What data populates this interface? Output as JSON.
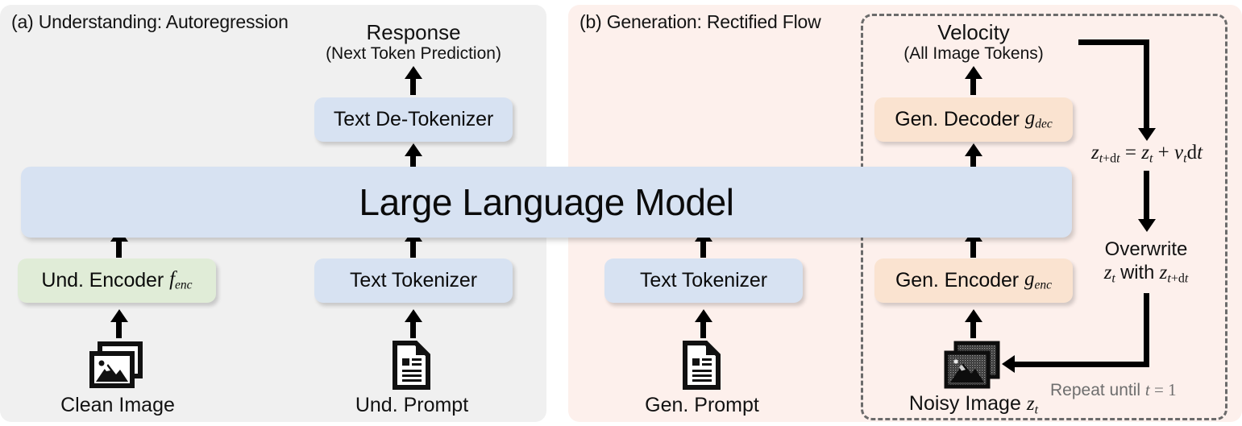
{
  "panels": {
    "a": {
      "title": "(a) Understanding: Autoregression"
    },
    "b": {
      "title": "(b) Generation: Rectified Flow"
    }
  },
  "model": {
    "label": "Large Language Model"
  },
  "left_flow": {
    "response_line1": "Response",
    "response_line2": "(Next Token Prediction)",
    "detokenizer": "Text De-Tokenizer",
    "und_encoder_name": "Und. Encoder",
    "und_encoder_sym": "f",
    "und_encoder_sub": "enc",
    "text_tokenizer": "Text Tokenizer",
    "clean_image_caption": "Clean Image",
    "und_prompt_caption": "Und. Prompt"
  },
  "right_flow": {
    "velocity_line1": "Velocity",
    "velocity_line2": "(All Image Tokens)",
    "gen_decoder_name": "Gen. Decoder",
    "gen_decoder_sym": "g",
    "gen_decoder_sub": "dec",
    "gen_encoder_name": "Gen. Encoder",
    "gen_encoder_sym": "g",
    "gen_encoder_sub": "enc",
    "text_tokenizer": "Text Tokenizer",
    "gen_prompt_caption": "Gen. Prompt",
    "noisy_image_caption": "Noisy Image",
    "noisy_image_sym": "z",
    "noisy_image_sub": "t",
    "update_equation": "z_{t+dt} = z_t + v_t dt",
    "overwrite_line1": "Overwrite",
    "overwrite_line2": "z_t with z_{t+dt}",
    "repeat_note": "Repeat until t = 1"
  },
  "icons": {
    "clean_image": "stacked-photo-icon",
    "noisy_image": "stacked-noisy-photo-icon",
    "und_prompt": "document-icon",
    "gen_prompt": "document-icon"
  },
  "colors": {
    "panel_a_bg": "#f0f0f0",
    "panel_b_bg": "#fdf0ec",
    "blue_box": "#d7e2f2",
    "green_box": "#e0ecd7",
    "peach_box": "#fae3d0",
    "dashed_border": "#6b6b6b",
    "arrow": "#000000",
    "muted_text": "#6e6e6e"
  }
}
